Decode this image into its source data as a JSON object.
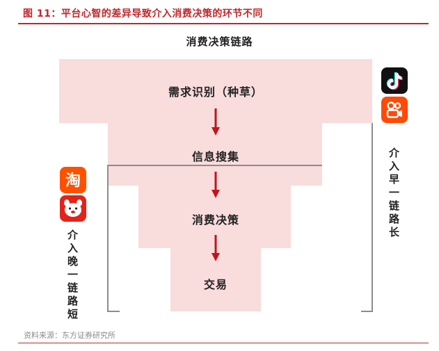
{
  "header": {
    "title": "图 11：平台心智的差异导致介入消费决策的环节不同"
  },
  "diagram": {
    "chain_label": "消费决策链路",
    "stages": [
      {
        "label": "需求识别（种草）"
      },
      {
        "label": "信息搜集"
      },
      {
        "label": "消费决策"
      },
      {
        "label": "交易"
      }
    ],
    "early_label": "介入早一链路长",
    "late_label": "介入晚一链路短",
    "icons": {
      "early": [
        "tiktok-icon",
        "kuaishou-icon"
      ],
      "late": [
        "taobao-icon",
        "jd-icon"
      ]
    },
    "colors": {
      "funnel_fill": "#f9dcdc",
      "arrow": "#c0151b",
      "bracket": "#8c8c8c",
      "taobao": "#ff5000",
      "jd": "#e2231a",
      "kuaishou": "#ff4906",
      "tiktok": "#111111"
    }
  },
  "footer": {
    "source": "资料来源：东方证券研究所"
  }
}
